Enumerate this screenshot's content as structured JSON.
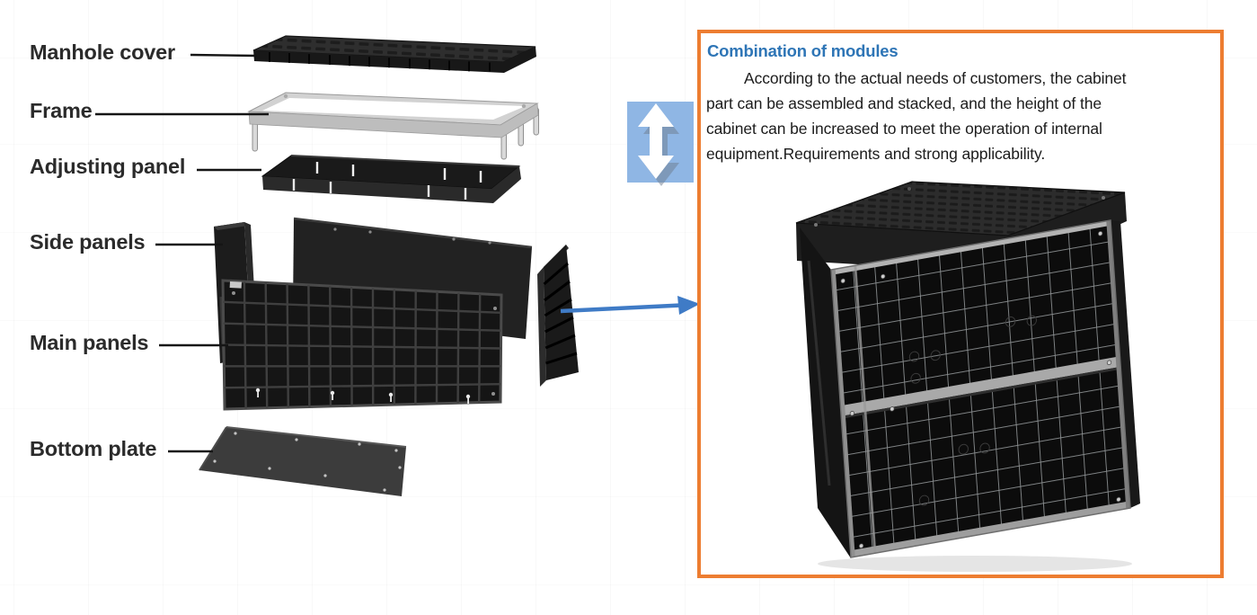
{
  "exploded": {
    "labels": [
      "Manhole cover",
      "Frame",
      "Adjusting panel",
      "Side panels",
      "Main panels",
      "Bottom plate"
    ]
  },
  "info_panel": {
    "title": "Combination of modules",
    "body_lines": [
      "According to the actual needs of customers, the cabinet",
      "part can be assembled and stacked, and the height of the",
      "cabinet can be increased to meet the operation of internal",
      "equipment.Requirements and strong applicability."
    ]
  },
  "icons": {
    "vertical_resize_icon": "up-down-double-arrow",
    "pointer_arrow_icon": "right-arrow"
  },
  "colors": {
    "panel_border_orange": "#ED7D31",
    "title_blue": "#2E75B6",
    "arrow_blue": "#3F7BC6",
    "icon_bg_blue": "#8FB6E4",
    "label_text": "#2B2B2B"
  }
}
